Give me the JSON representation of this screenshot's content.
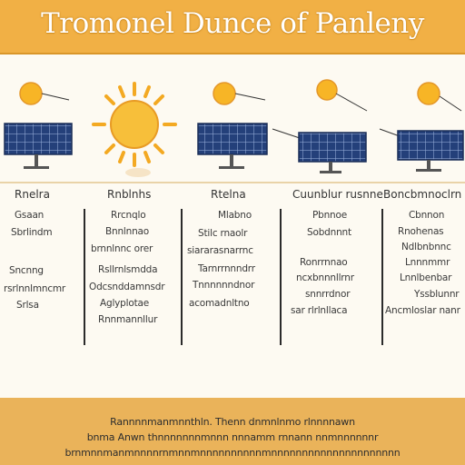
{
  "header": {
    "title": "Tromonel Dunce of Panleny"
  },
  "columns": [
    {
      "heading": "Rnelra",
      "lines": [
        "Gsaan",
        "Sbrlindm",
        "",
        "Sncnng",
        "rsrlnnlmncmr",
        "Srlsa"
      ]
    },
    {
      "heading": "Rnblnhs",
      "lines": [
        "Rrcnqlo",
        "Bnnlnnao",
        "brnnlnnc orer",
        "Rsllrnlsmdda",
        "Odcsnddamnsdr",
        "Aglyplotae",
        "Rnnmannllur"
      ]
    },
    {
      "heading": "Rtelna",
      "lines": [
        "Mlabno",
        "Stilc rnaolr",
        "siararasnarrnc",
        "Tarnrrnnndrr",
        "Tnnnnnndnor",
        "acomadnltno"
      ]
    },
    {
      "heading": "Cuunblur rusnne",
      "lines": [
        "Pbnnoe",
        "Sobdnnnt",
        "",
        "Ronrrnnao",
        "ncxbnnnllrnr",
        "snnrrdnor",
        "sar rlrlnllaca"
      ]
    },
    {
      "heading": "Boncbmnoclrn",
      "lines": [
        "Cbnnon",
        "Rnohenas",
        "Ndlbnbnnc",
        "Lnnnmmr",
        "Lnnlbenbar",
        "Yssblunnr",
        "Ancmloslar nanr"
      ]
    }
  ],
  "footer": {
    "lines": [
      "Rannnnmanmnnthln. Thenn dnmnlnmo rlnnnnawn",
      "bnma Anwn thnnnnnnnmnnn nnnamm rnnann nnmnnnnnnr",
      "brnmnnmanmnnnnrnmnnmnnnnnnnnnnmnnnnnnnnnnnnnnnnnnnnn"
    ]
  },
  "colors": {
    "header_bg": "#f1b045",
    "footer_bg": "#eab35a",
    "sun": "#f7b526",
    "panel": "#24407a",
    "background": "#fdfaf2"
  }
}
